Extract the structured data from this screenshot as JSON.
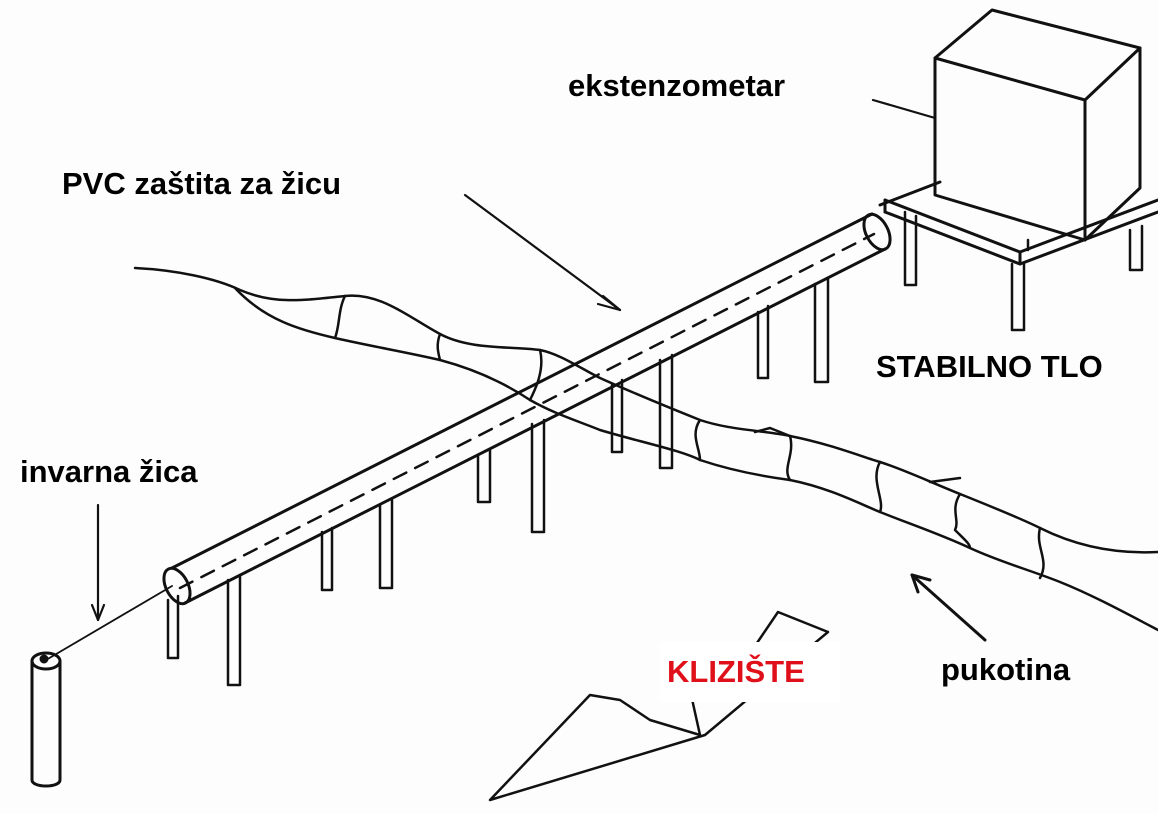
{
  "labels": {
    "extensometer": "ekstenzometar",
    "pvc_protection": "PVC zaštita za žicu",
    "stable_ground": "STABILNO TLO",
    "invar_wire": "invarna žica",
    "landslide": "KLIZIŠTE",
    "crack": "pukotina"
  },
  "colors": {
    "ink": "#111111",
    "landslide_label": "#e0101a",
    "background": "#fdfdfd"
  }
}
